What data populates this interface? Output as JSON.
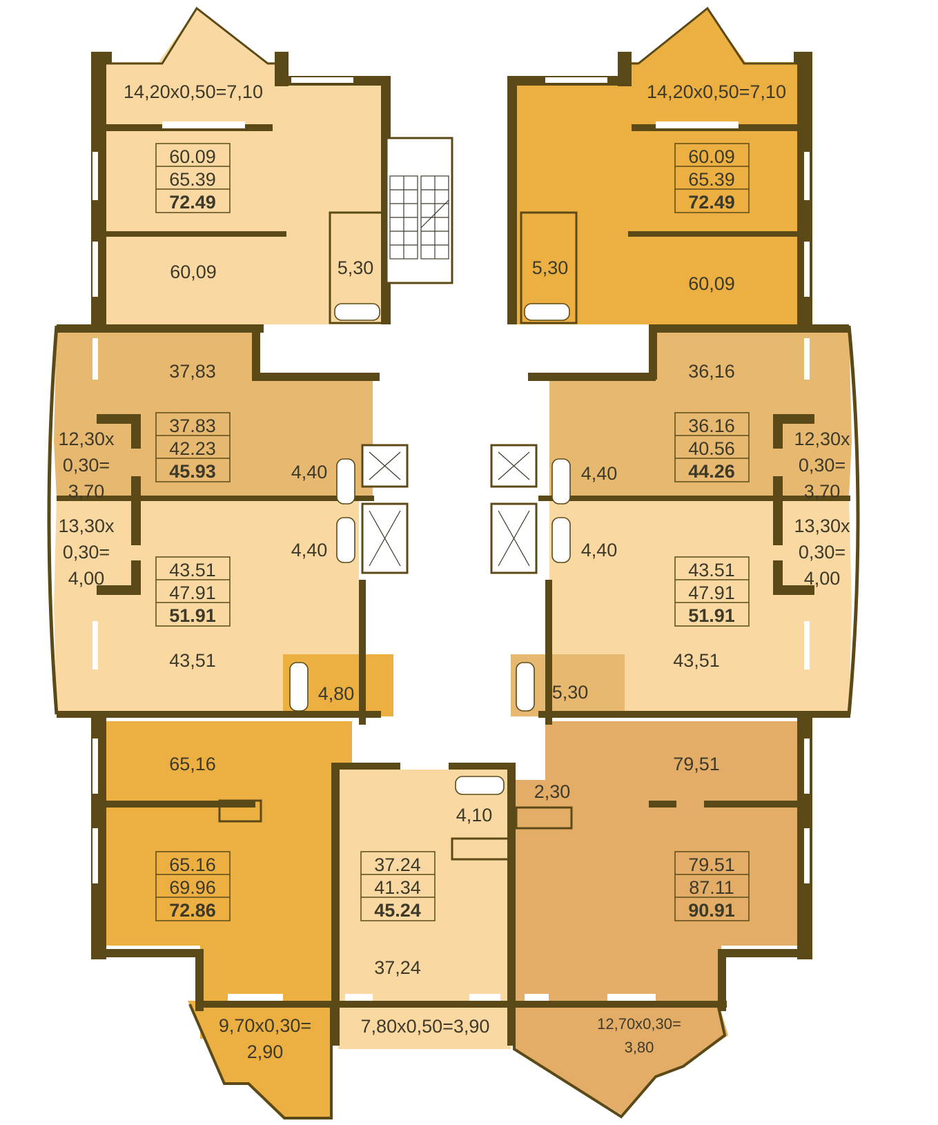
{
  "colors": {
    "light": "#f9d8a2",
    "medium": "#e7b870",
    "orange": "#ecaf42",
    "tan": "#e3ad68",
    "corridor": "#ffffff",
    "wall": "#5b4a17"
  },
  "units": {
    "top_left": {
      "area_living": "60.09",
      "area_total": "65.39",
      "area_full": "72.49",
      "room_area": "60,09",
      "bath": "5,30",
      "balcony": "14,20x0,50=7,10"
    },
    "top_right": {
      "area_living": "60.09",
      "area_total": "65.39",
      "area_full": "72.49",
      "room_area": "60,09",
      "bath": "5,30",
      "balcony": "14,20x0,50=7,10"
    },
    "mid_upper_left": {
      "area_living": "37.83",
      "area_total": "42.23",
      "area_full": "45.93",
      "room_area": "37,83",
      "bath": "4,40",
      "balcony_l1": "12,30x",
      "balcony_l2": "0,30=",
      "balcony_l3": "3,70"
    },
    "mid_upper_right": {
      "area_living": "36.16",
      "area_total": "40.56",
      "area_full": "44.26",
      "room_area": "36,16",
      "bath": "4,40",
      "balcony_l1": "12,30x",
      "balcony_l2": "0,30=",
      "balcony_l3": "3,70"
    },
    "mid_lower_left": {
      "area_living": "43.51",
      "area_total": "47.91",
      "area_full": "51.91",
      "room_area": "43,51",
      "bath_a": "4,40",
      "bath_b": "4,80",
      "balcony_l1": "13,30x",
      "balcony_l2": "0,30=",
      "balcony_l3": "4,00"
    },
    "mid_lower_right": {
      "area_living": "43.51",
      "area_total": "47.91",
      "area_full": "51.91",
      "room_area": "43,51",
      "bath_a": "4,40",
      "bath_b": "5,30",
      "balcony_l1": "13,30x",
      "balcony_l2": "0,30=",
      "balcony_l3": "4,00"
    },
    "bottom_left": {
      "area_living": "65.16",
      "area_total": "69.96",
      "area_full": "72.86",
      "room_area": "65,16",
      "balcony_l1": "9,70x0,30=",
      "balcony_l2": "2,90"
    },
    "bottom_center": {
      "area_living": "37.24",
      "area_total": "41.34",
      "area_full": "45.24",
      "room_area": "37,24",
      "bath": "4,10",
      "balcony": "7,80x0,50=3,90"
    },
    "bottom_right": {
      "area_living": "79.51",
      "area_total": "87.11",
      "area_full": "90.91",
      "room_area": "79,51",
      "wc": "2,30",
      "balcony_l1": "12,70x0,30=",
      "balcony_l2": "3,80"
    }
  }
}
